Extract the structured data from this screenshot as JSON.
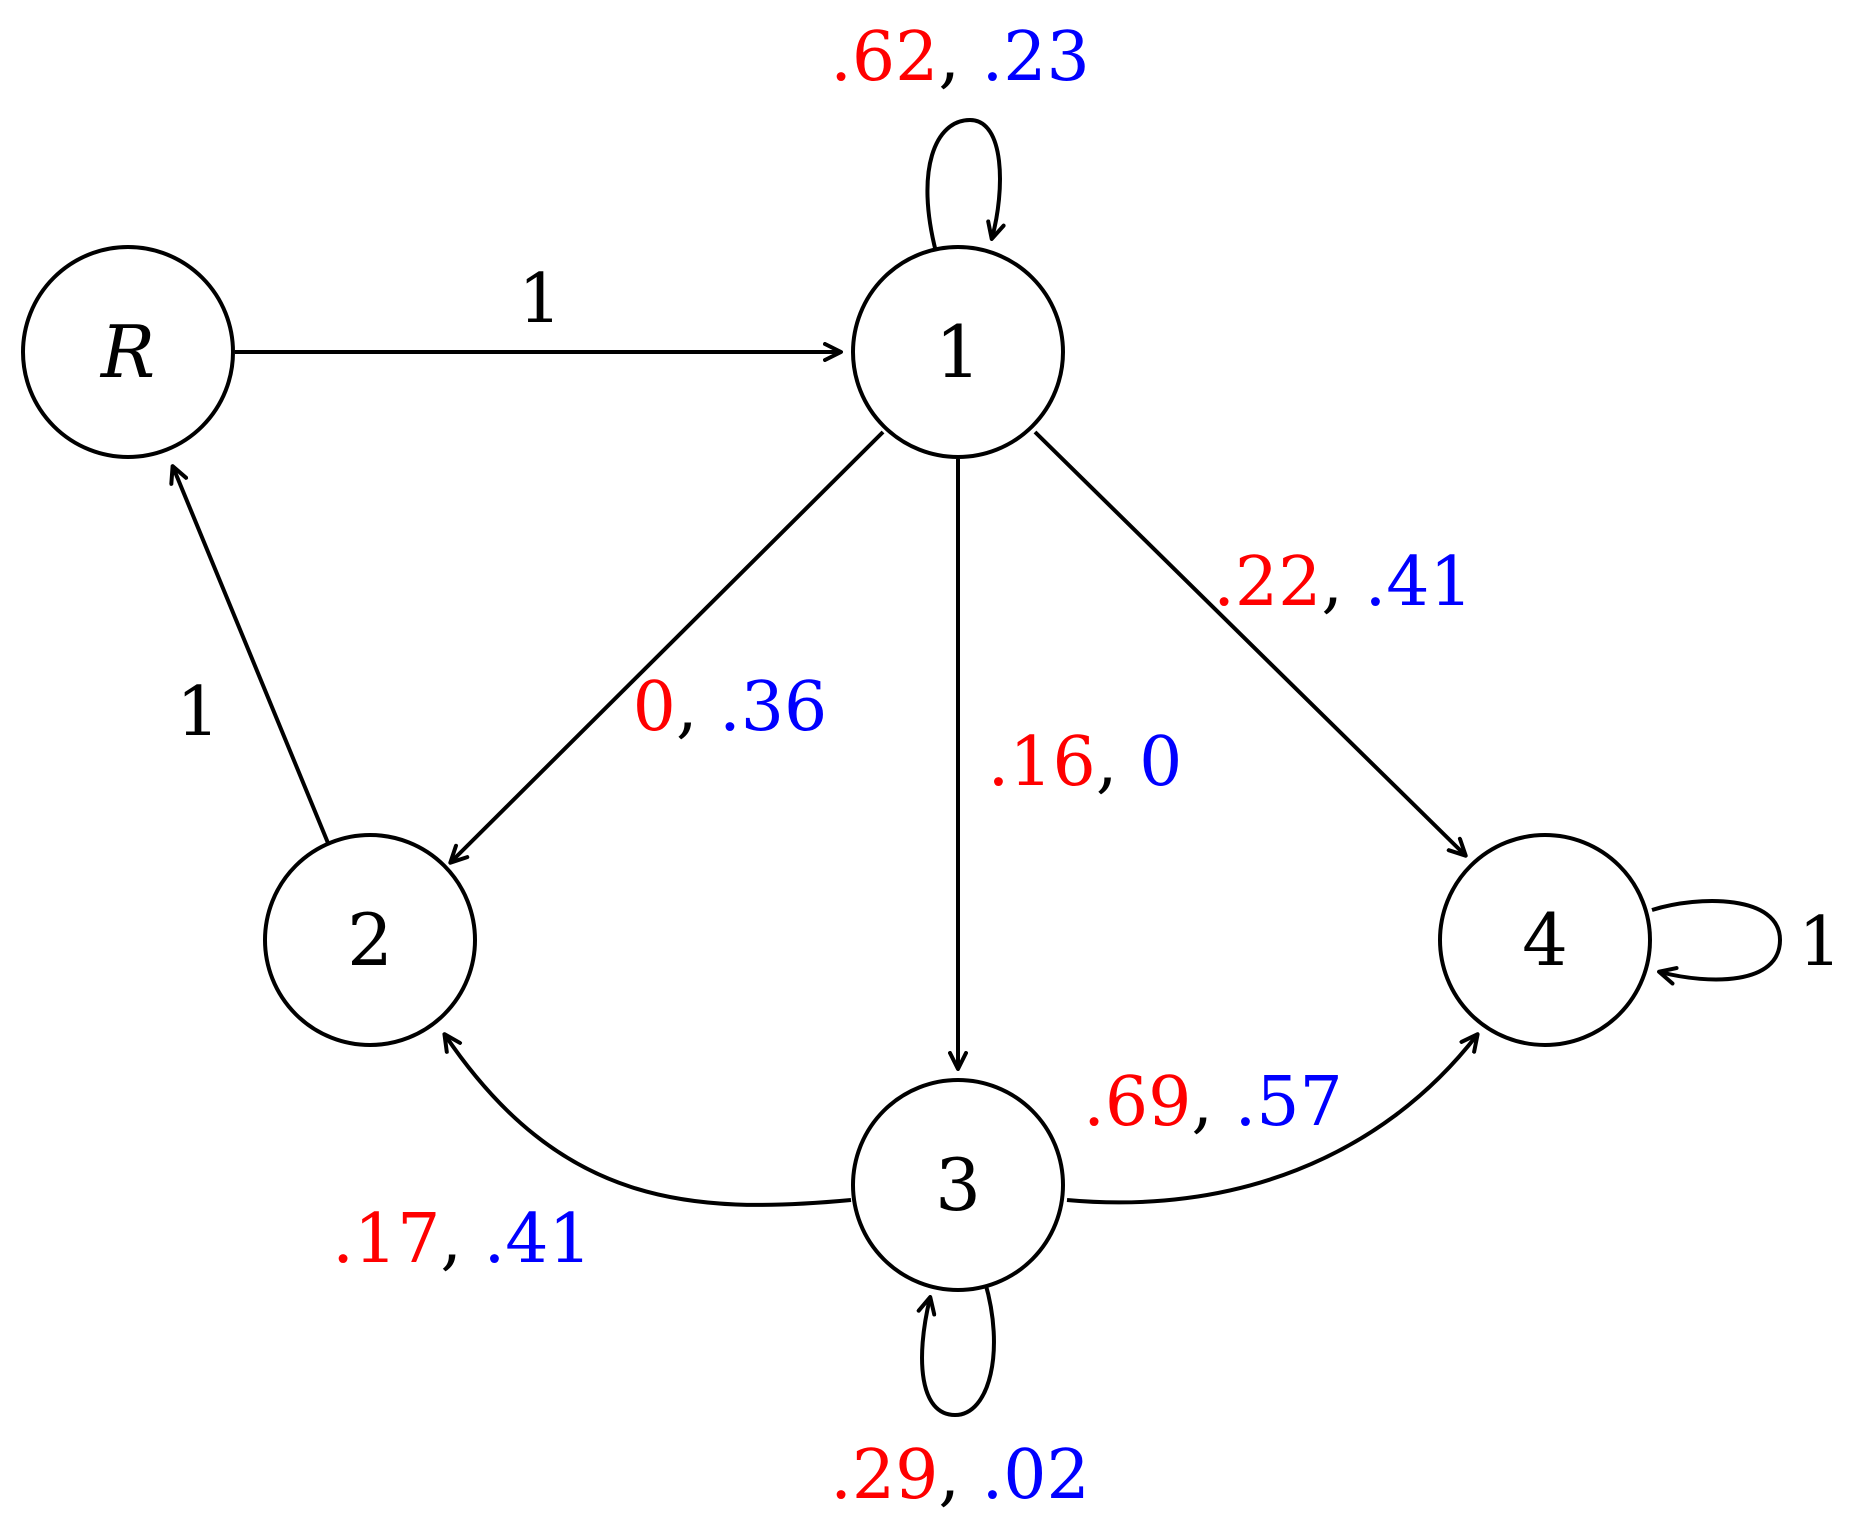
{
  "colors": {
    "stroke": "#000000",
    "red_value": "#ff0000",
    "blue_value": "#0000ff",
    "plain_value": "#000000"
  },
  "nodes": {
    "R": {
      "label": "R"
    },
    "n1": {
      "label": "1"
    },
    "n2": {
      "label": "2"
    },
    "n3": {
      "label": "3"
    },
    "n4": {
      "label": "4"
    }
  },
  "edges": {
    "r_to_1": {
      "label": "1"
    },
    "loop_1": {
      "red": ".62",
      "sep": ", ",
      "blue": ".23"
    },
    "e1_to_2": {
      "red": "0",
      "sep": ", ",
      "blue": ".36"
    },
    "e1_to_3": {
      "red": ".16",
      "sep": ", ",
      "blue": "0"
    },
    "e1_to_4": {
      "red": ".22",
      "sep": ", ",
      "blue": ".41"
    },
    "e2_to_r": {
      "label": "1"
    },
    "e3_to_2": {
      "red": ".17",
      "sep": ", ",
      "blue": ".41"
    },
    "e3_to_4": {
      "red": ".69",
      "sep": ", ",
      "blue": ".57"
    },
    "loop_3": {
      "red": ".29",
      "sep": ", ",
      "blue": ".02"
    },
    "loop_4": {
      "label": "1"
    }
  }
}
